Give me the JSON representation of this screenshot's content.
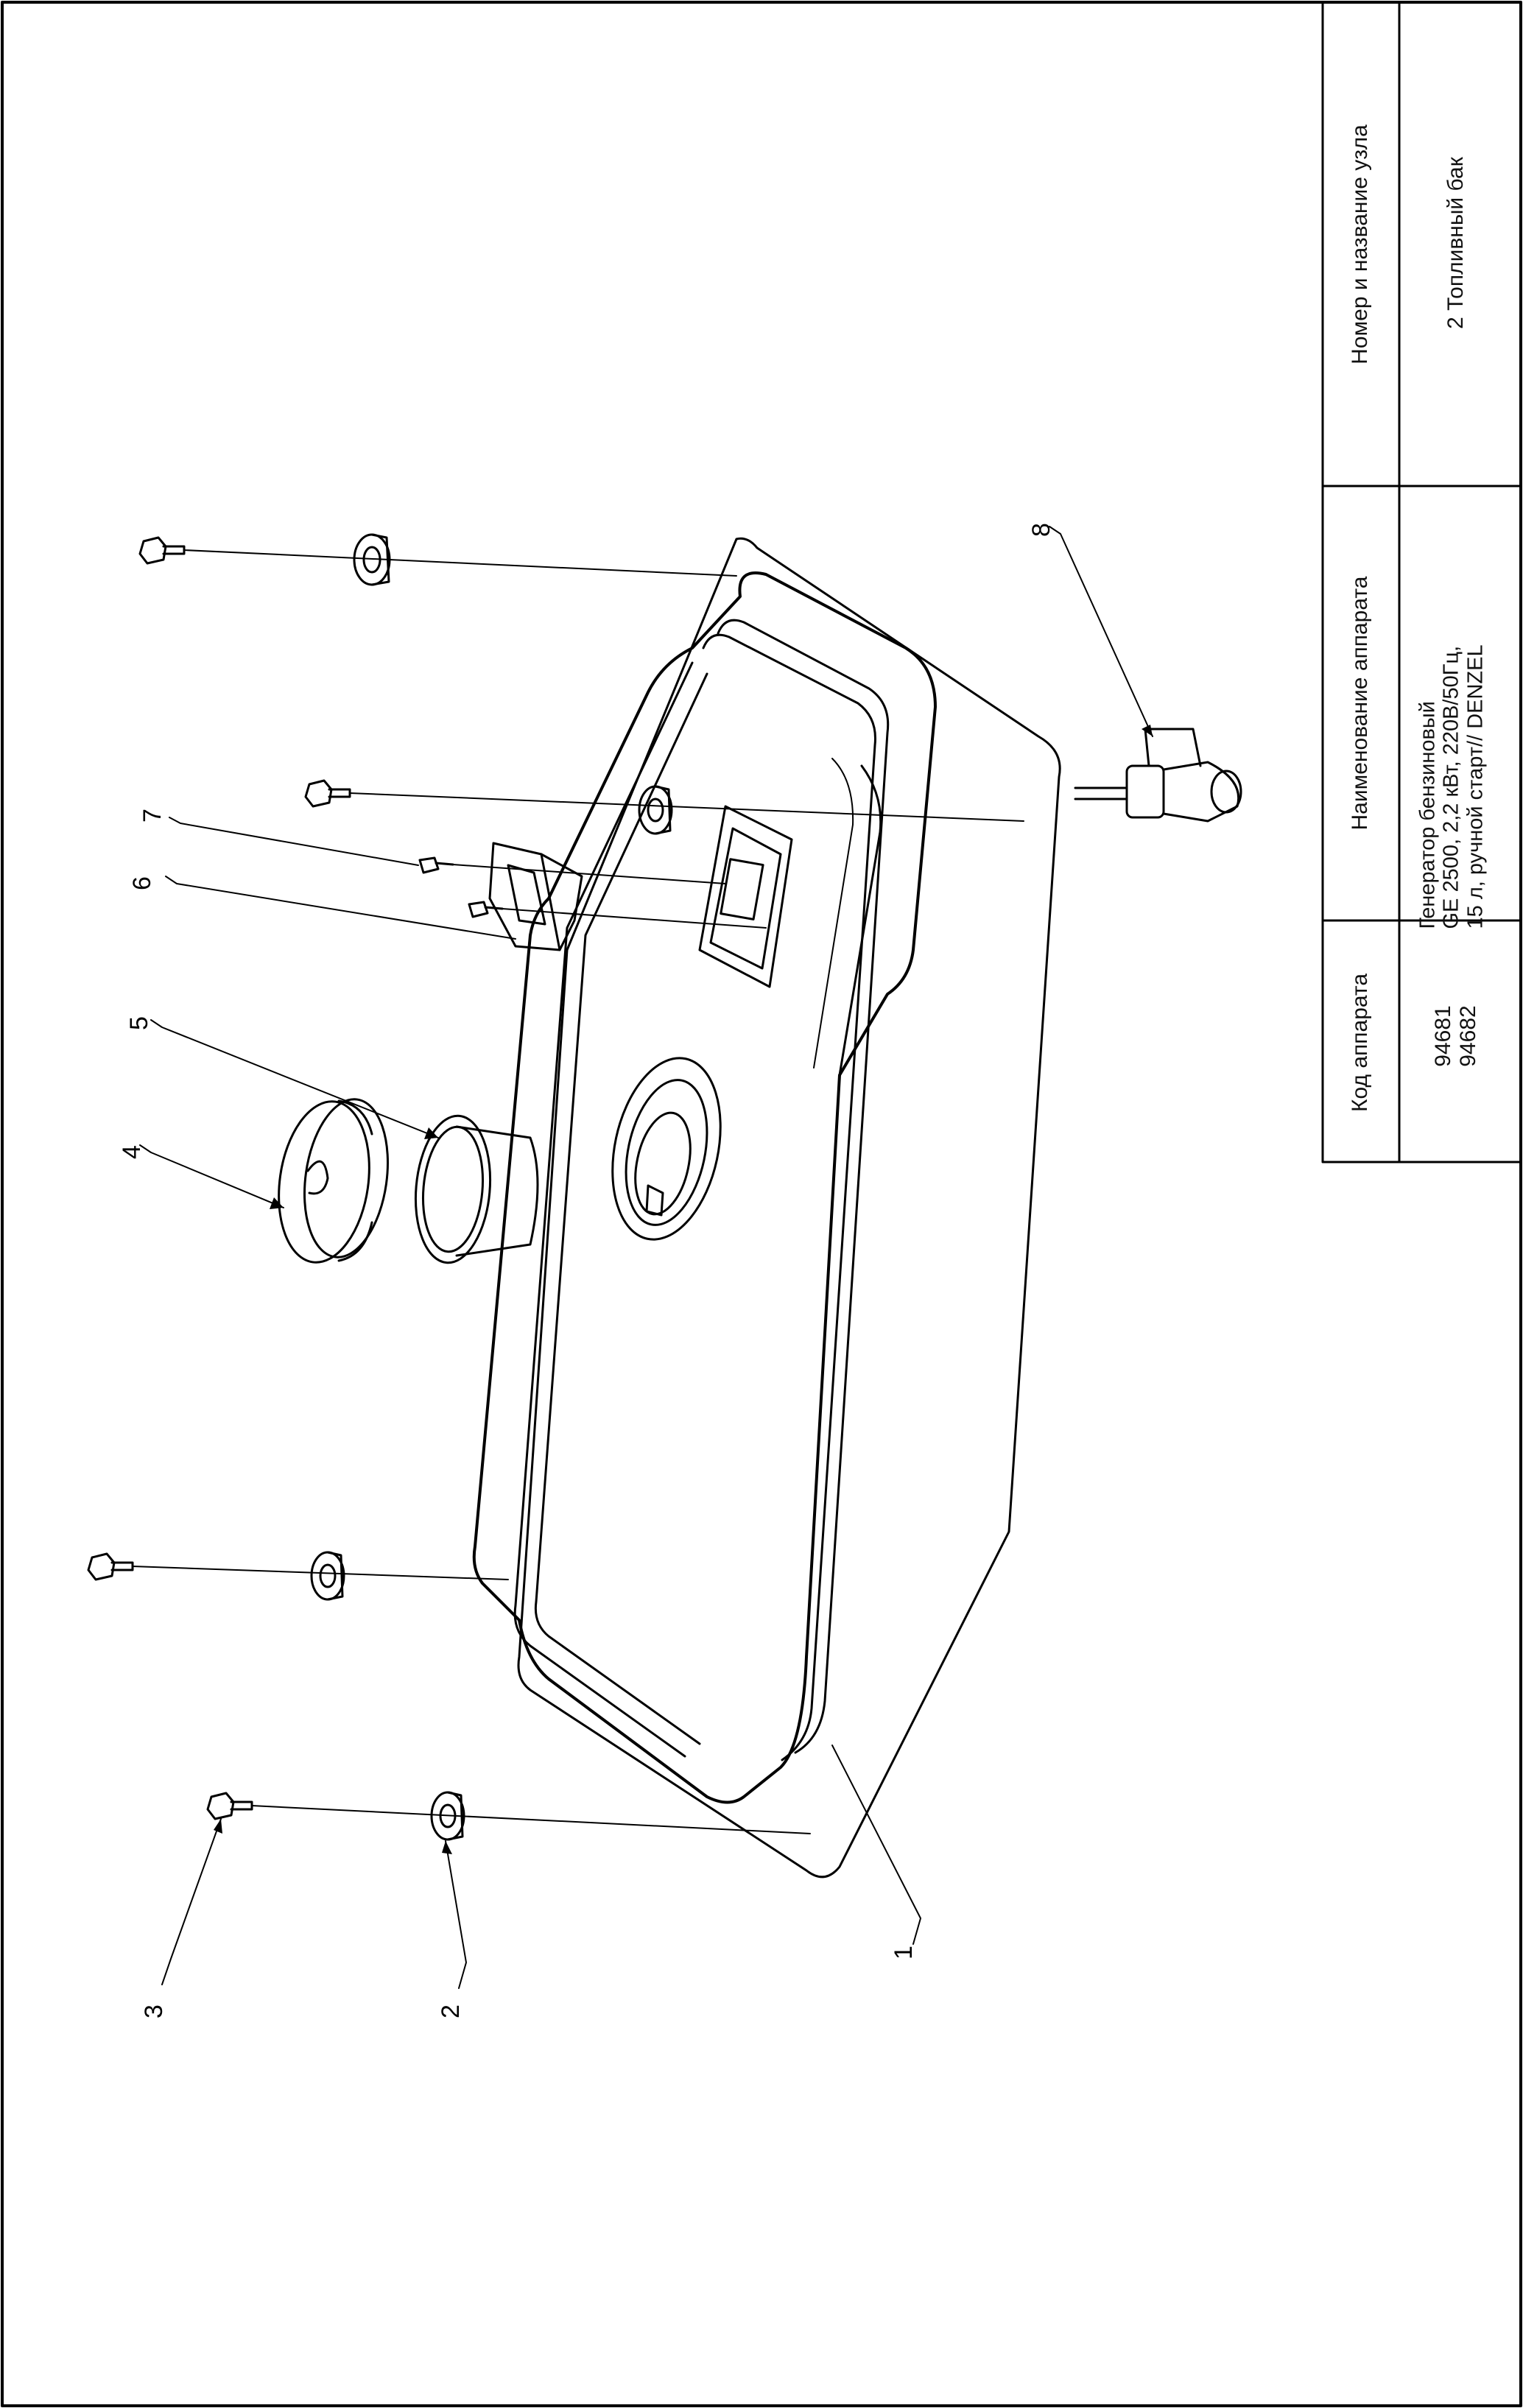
{
  "table": {
    "col_code": "Код аппарата",
    "col_name": "Наименование аппарата",
    "col_node": "Номер и название узла",
    "codes": [
      "94681",
      "94682"
    ],
    "device_name_lines": [
      "Генератор бензиновый",
      "GE 2500, 2,2 кВт, 220В/50Гц,",
      "15 л, ручной старт// DENZEL"
    ],
    "node": "2 Топливный бак"
  },
  "callouts": [
    "1",
    "2",
    "3",
    "4",
    "5",
    "6",
    "7",
    "8"
  ]
}
